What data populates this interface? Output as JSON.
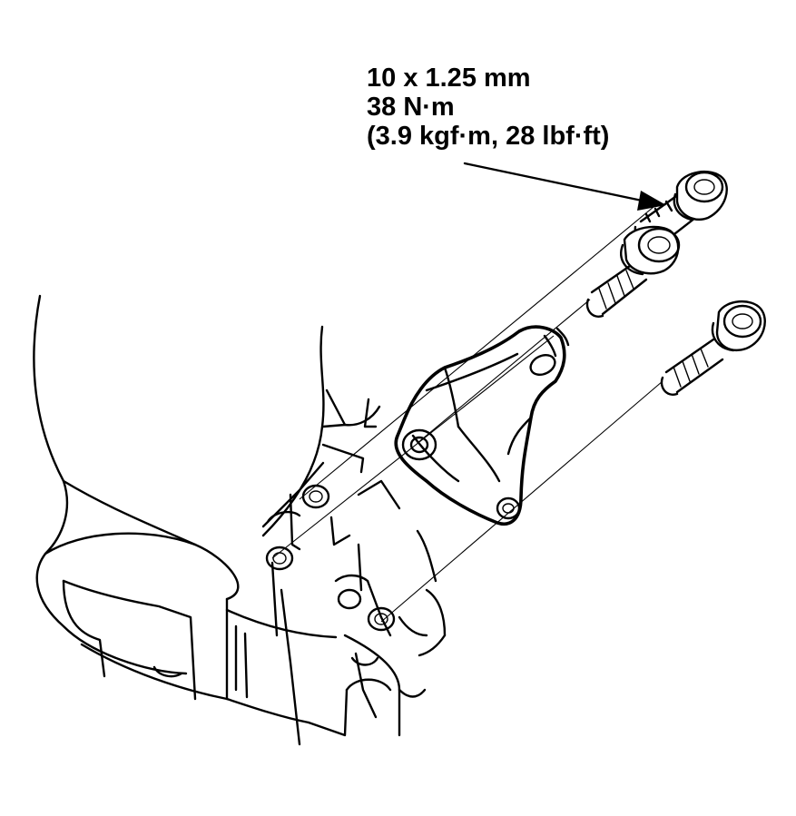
{
  "callout": {
    "size": "10 x 1.25 mm",
    "torque_nm": "38 N·m",
    "torque_alt": "(3.9 kgf·m, 28 lbf·ft)"
  },
  "colors": {
    "ink": "#000000",
    "paper": "#ffffff"
  },
  "icons": [
    "flange-bolt",
    "mounting-bracket",
    "transmission-housing",
    "leader-arrow"
  ]
}
